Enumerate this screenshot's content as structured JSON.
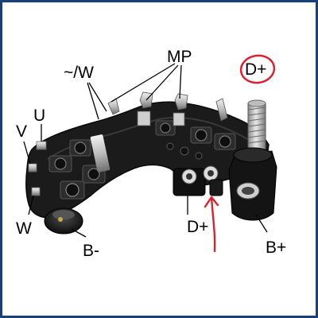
{
  "image": {
    "subject": "alternator rectifier diode bridge",
    "border_color": "#1a3f7a",
    "annotation_color": "#e0202e"
  },
  "labels": {
    "phase_w_tilde": "~/W",
    "mp": "MP",
    "d_plus_circled": "D+",
    "u": "U",
    "v": "V",
    "w": "W",
    "b_minus": "B-",
    "d_plus_terminal": "D+",
    "b_plus": "B+"
  }
}
